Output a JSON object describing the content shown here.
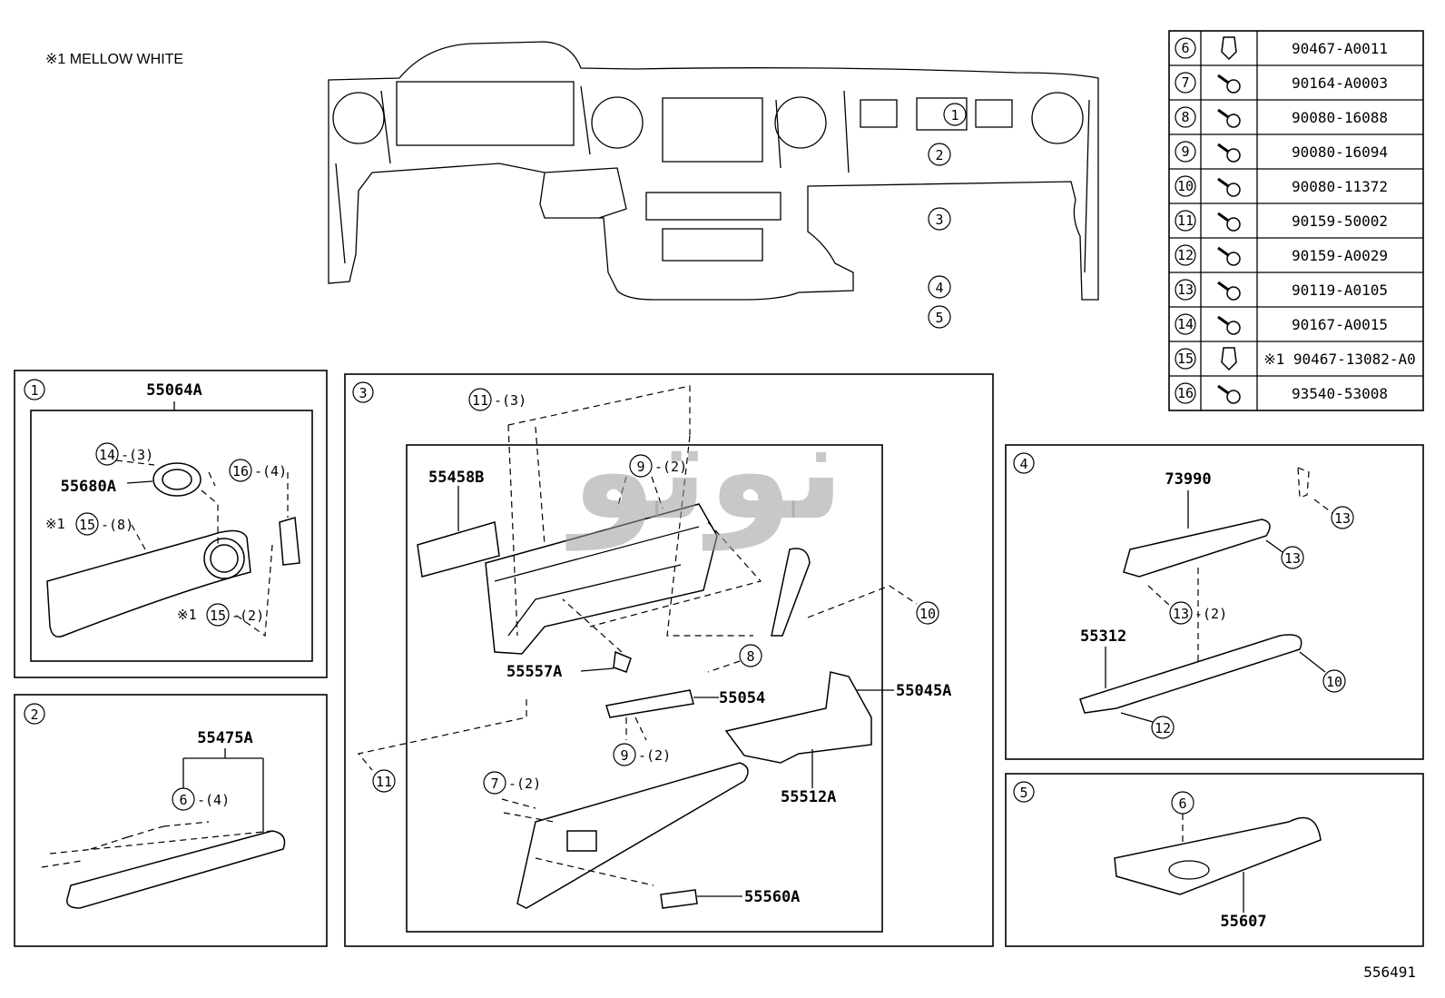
{
  "note": "※1 MELLOW WHITE",
  "figure_number": "556491",
  "watermark": "نوتو",
  "fastener_table": [
    {
      "key": "6",
      "icon": "clip-icon",
      "part": "90467-A0011"
    },
    {
      "key": "7",
      "icon": "screw-icon",
      "part": "90164-A0003"
    },
    {
      "key": "8",
      "icon": "screw-icon",
      "part": "90080-16088"
    },
    {
      "key": "9",
      "icon": "screw-icon",
      "part": "90080-16094"
    },
    {
      "key": "10",
      "icon": "screw-icon",
      "part": "90080-11372"
    },
    {
      "key": "11",
      "icon": "screw-icon",
      "part": "90159-50002"
    },
    {
      "key": "12",
      "icon": "screw-icon",
      "part": "90159-A0029"
    },
    {
      "key": "13",
      "icon": "screw-icon",
      "part": "90119-A0105"
    },
    {
      "key": "14",
      "icon": "screw-icon",
      "part": "90167-A0015"
    },
    {
      "key": "15",
      "icon": "clip-icon",
      "part": "※1 90467-13082-A0"
    },
    {
      "key": "16",
      "icon": "screw-icon",
      "part": "93540-53008"
    }
  ],
  "overview_callouts": [
    "1",
    "2",
    "3",
    "4",
    "5"
  ],
  "panel1": {
    "num": "1",
    "title": "55064A",
    "part_55680A": "55680A",
    "c14": "14",
    "q14": "-(3)",
    "c16": "16",
    "q16": "-(4)",
    "mark_a": "※1",
    "c15a": "15",
    "q15a": "-(8)",
    "mark_b": "※1",
    "c15b": "15",
    "q15b": "-(2)"
  },
  "panel2": {
    "num": "2",
    "title": "55475A",
    "c6": "6",
    "q6": "-(4)"
  },
  "panel3": {
    "num": "3",
    "c11top": "11",
    "q11top": "-(3)",
    "p55458B": "55458B",
    "c9a": "9",
    "q9a": "-(2)",
    "c10": "10",
    "p55557A": "55557A",
    "c8": "8",
    "p55054": "55054",
    "p55045A": "55045A",
    "c9b": "9",
    "q9b": "-(2)",
    "c11": "11",
    "c7": "7",
    "q7": "-(2)",
    "p55512A": "55512A",
    "p55560A": "55560A"
  },
  "panel4": {
    "num": "4",
    "title": "73990",
    "c13a": "13",
    "c13b": "13",
    "c13c": "13",
    "q13c": "-(2)",
    "p55312": "55312",
    "c10": "10",
    "c12": "12"
  },
  "panel5": {
    "num": "5",
    "c6": "6",
    "p55607": "55607"
  }
}
